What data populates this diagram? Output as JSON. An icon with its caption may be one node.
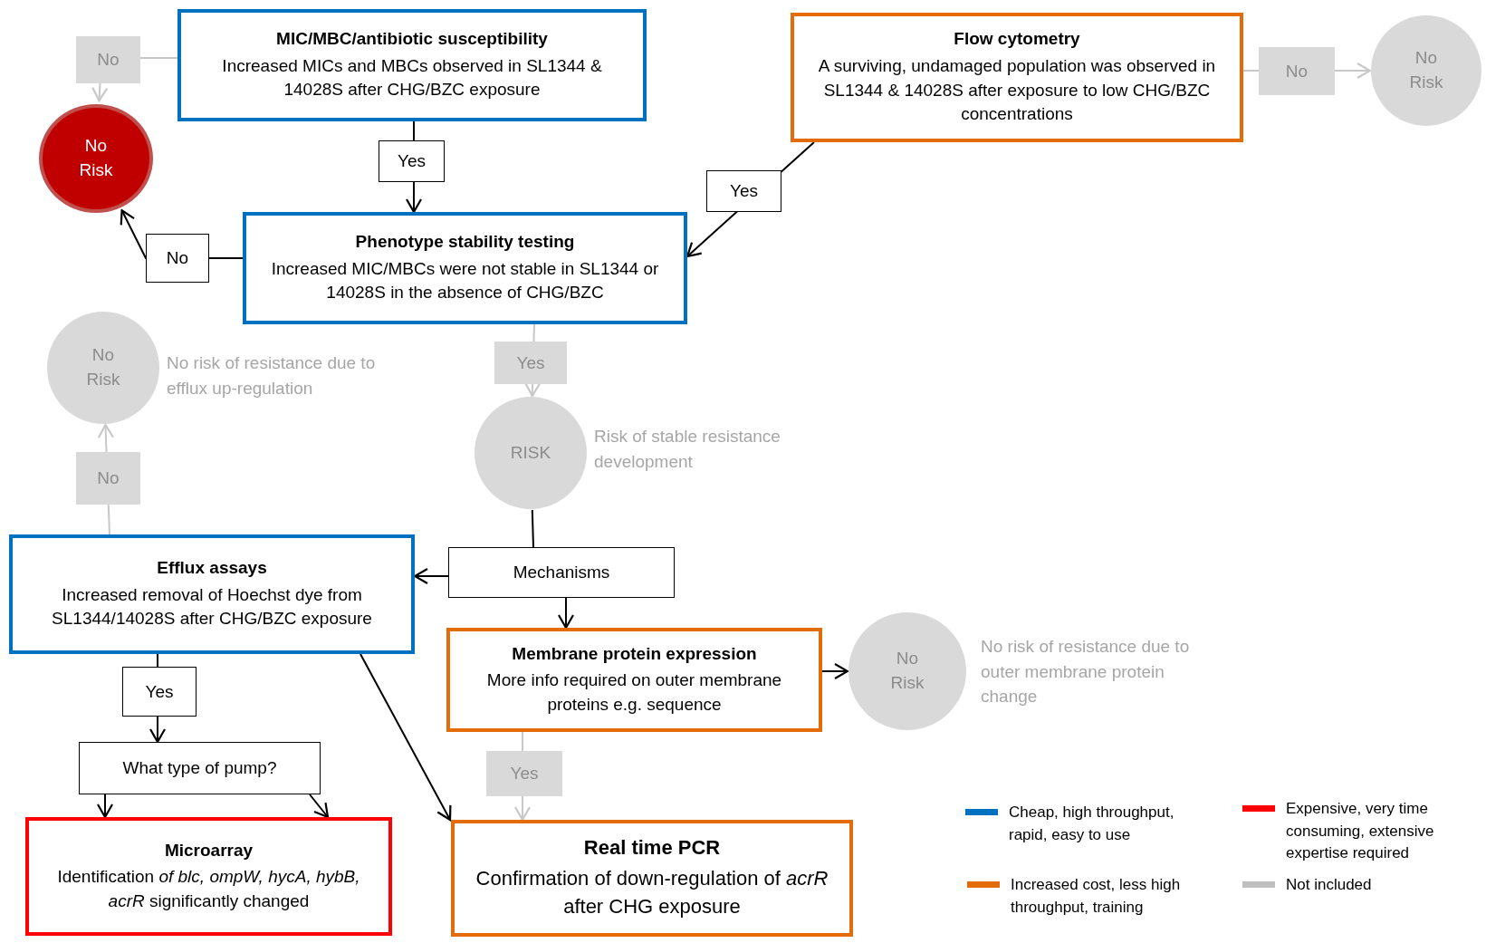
{
  "diagram": {
    "nodes": [
      {
        "text": [
          "MIC/MBC/antibiotic susceptibility",
          "Increased MICs and MBCs observed in SL1344 & 14028S after CHG/BZC exposure"
        ]
      },
      {
        "text": [
          "Flow cytometry",
          "A surviving, undamaged population was observed in SL1344 & 14028S after exposure to low CHG/BZC concentrations"
        ]
      },
      {
        "text": [
          "No Risk"
        ]
      },
      {
        "text": [
          "No Risk"
        ]
      },
      {
        "text": [
          "Phenotype stability testing",
          "Increased MIC/MBCs were not stable in SL1344 or 14028S in the absence of CHG/BZC"
        ]
      },
      {
        "text": [
          "No Risk"
        ],
        "beside": [
          "No risk of resistance due to efflux up-regulation"
        ]
      },
      {
        "text": [
          "RISK"
        ],
        "beside": [
          "Risk of stable resistance development"
        ]
      },
      {
        "text": [
          "Mechanisms"
        ]
      },
      {
        "text": [
          "Efflux assays",
          "Increased removal of Hoechst dye from SL1344/14028S after CHG/BZC exposure"
        ]
      },
      {
        "text": [
          "Membrane protein expression",
          "More info required on outer membrane proteins e.g. sequence"
        ]
      },
      {
        "text": [
          "No Risk"
        ],
        "beside": [
          "No risk of resistance due to outer membrane protein change"
        ]
      },
      {
        "text": [
          "What type of pump?"
        ]
      },
      {
        "text": [
          "Microarray",
          "Identification *of blc, ompW, hycA, hybB, acrR* significantly changed"
        ]
      },
      {
        "text": [
          "Real time PCR",
          "Confirmation of down-regulation of *acrR* after CHG exposure"
        ]
      }
    ],
    "edges": [
      {
        "from": 0,
        "to": 4,
        "arrow": "to",
        "label": "Yes"
      },
      {
        "from": 0,
        "to": 3,
        "arrow": "to",
        "label": "No",
        "color": "#c8c8c8"
      },
      {
        "from": 1,
        "to": 2,
        "arrow": "to",
        "label": "No",
        "color": "#c8c8c8"
      },
      {
        "from": 1,
        "to": 4,
        "arrow": "to",
        "label": "Yes"
      },
      {
        "from": 4,
        "to": 3,
        "arrow": "to",
        "label": "No"
      },
      {
        "from": 4,
        "to": 6,
        "arrow": "to",
        "label": "Yes",
        "color": "#c8c8c8"
      },
      {
        "from": 6,
        "to": 7,
        "arrow": "none"
      },
      {
        "from": 7,
        "to": 8,
        "arrow": "to"
      },
      {
        "from": 7,
        "to": 9,
        "arrow": "to"
      },
      {
        "from": 8,
        "to": 5,
        "arrow": "to",
        "label": "No",
        "color": "#c8c8c8"
      },
      {
        "from": 8,
        "to": 11,
        "arrow": "to",
        "label": "Yes"
      },
      {
        "from": 8,
        "to": 13,
        "arrow": "to"
      },
      {
        "from": 9,
        "to": 10,
        "arrow": "to"
      },
      {
        "from": 9,
        "to": 13,
        "arrow": "to",
        "label": "Yes",
        "color": "#c8c8c8"
      },
      {
        "from": 11,
        "to": 12,
        "arrow": "to"
      },
      {
        "from": 11,
        "to": 12,
        "arrow": "to"
      }
    ],
    "legend": [
      {
        "text": "Cheap, high throughput, rapid, easy to use",
        "color": "#0070c0"
      },
      {
        "text": "Expensive, very time consuming, extensive expertise required",
        "color": "#ff0000"
      },
      {
        "text": "Increased cost, less high throughput, training",
        "color": "#e36c09"
      },
      {
        "text": "Not included",
        "color": "#bfbfbf"
      }
    ]
  }
}
